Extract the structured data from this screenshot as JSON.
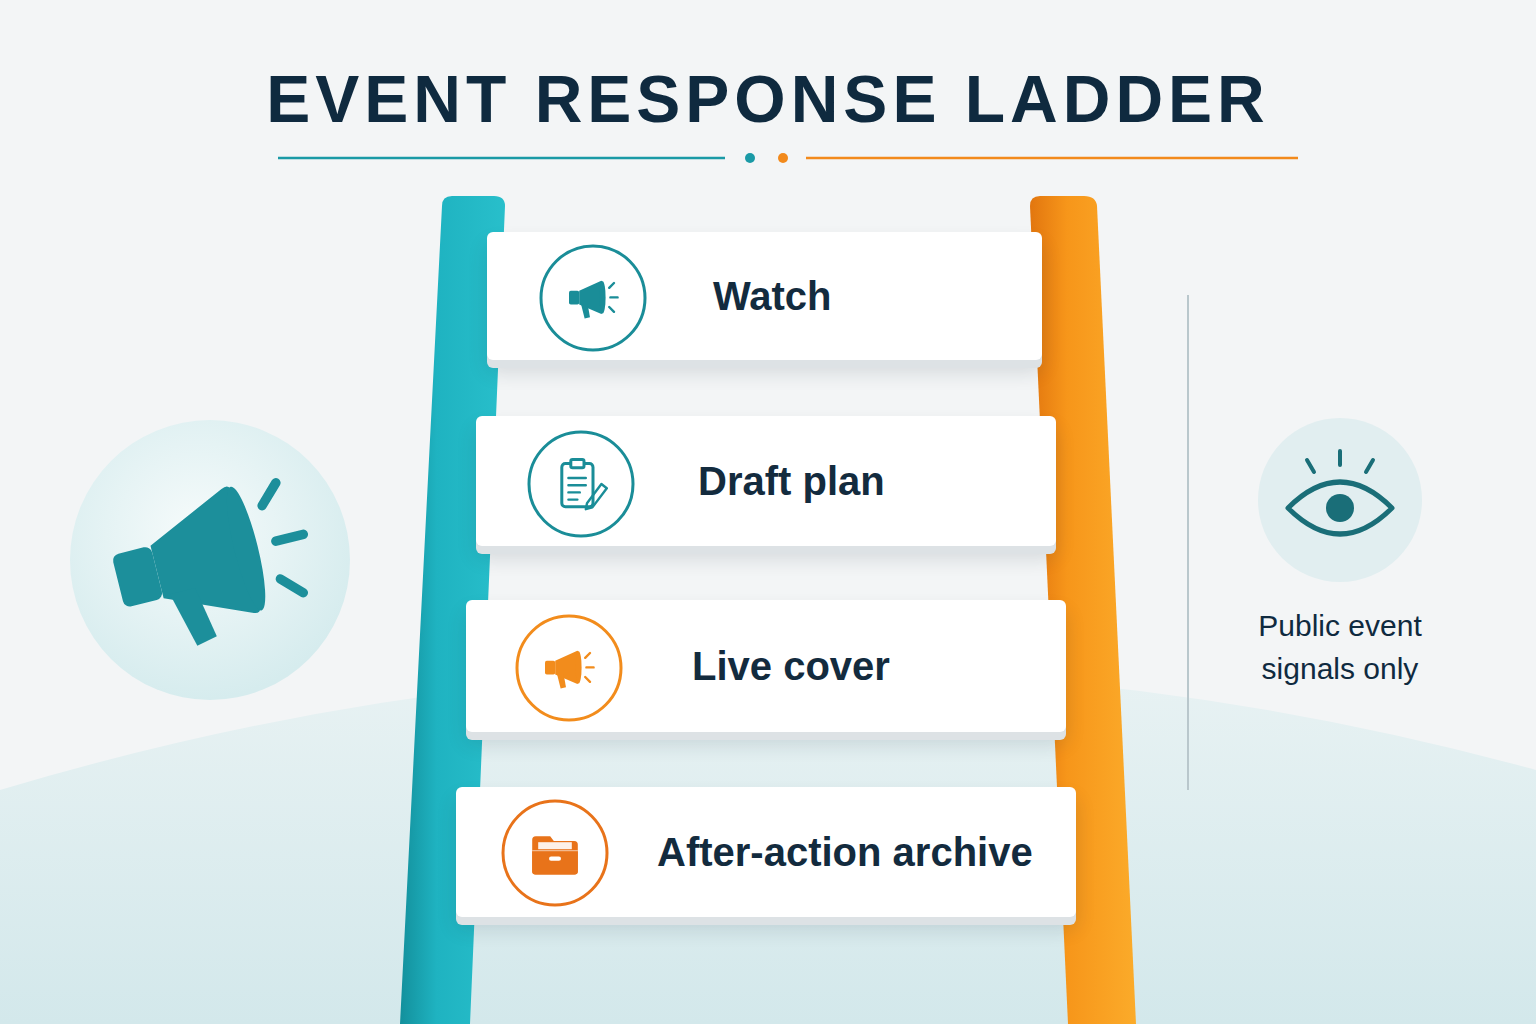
{
  "diagram": {
    "title": "EVENT RESPONSE LADDER",
    "nodes": [
      {
        "text": [
          "Watch"
        ]
      },
      {
        "text": [
          "Draft plan"
        ]
      },
      {
        "text": [
          "Live cover"
        ]
      },
      {
        "text": [
          "After-action archive"
        ]
      }
    ],
    "labels": [
      "Public event signals only"
    ]
  }
}
